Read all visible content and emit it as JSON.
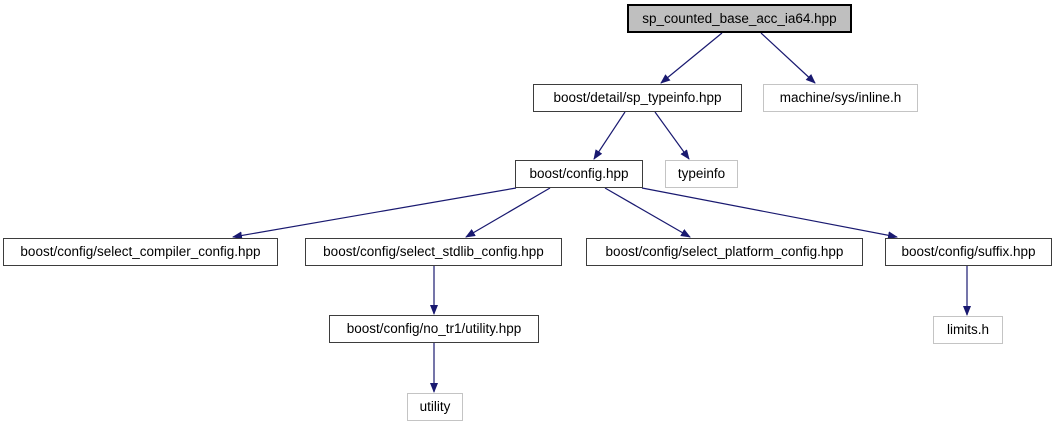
{
  "diagram": {
    "kind": "include-dependency-graph",
    "edge_color": "#191970",
    "current_node_fill": "#bfbfbf",
    "nodes": [
      {
        "id": "main",
        "label": "sp_counted_base_acc_ia64.hpp",
        "kind": "current"
      },
      {
        "id": "sp_typeinfo",
        "label": "boost/detail/sp_typeinfo.hpp",
        "kind": "linked"
      },
      {
        "id": "inline_h",
        "label": "machine/sys/inline.h",
        "kind": "external"
      },
      {
        "id": "config",
        "label": "boost/config.hpp",
        "kind": "linked"
      },
      {
        "id": "typeinfo",
        "label": "typeinfo",
        "kind": "external"
      },
      {
        "id": "compiler",
        "label": "boost/config/select_compiler_config.hpp",
        "kind": "linked"
      },
      {
        "id": "stdlib",
        "label": "boost/config/select_stdlib_config.hpp",
        "kind": "linked"
      },
      {
        "id": "platform",
        "label": "boost/config/select_platform_config.hpp",
        "kind": "linked"
      },
      {
        "id": "suffix",
        "label": "boost/config/suffix.hpp",
        "kind": "linked"
      },
      {
        "id": "no_tr1",
        "label": "boost/config/no_tr1/utility.hpp",
        "kind": "linked"
      },
      {
        "id": "limits",
        "label": "limits.h",
        "kind": "external"
      },
      {
        "id": "utility",
        "label": "utility",
        "kind": "external"
      }
    ],
    "edges": [
      {
        "from": "main",
        "to": "sp_typeinfo"
      },
      {
        "from": "main",
        "to": "inline_h"
      },
      {
        "from": "sp_typeinfo",
        "to": "config"
      },
      {
        "from": "sp_typeinfo",
        "to": "typeinfo"
      },
      {
        "from": "config",
        "to": "compiler"
      },
      {
        "from": "config",
        "to": "stdlib"
      },
      {
        "from": "config",
        "to": "platform"
      },
      {
        "from": "config",
        "to": "suffix"
      },
      {
        "from": "stdlib",
        "to": "no_tr1"
      },
      {
        "from": "no_tr1",
        "to": "utility"
      },
      {
        "from": "suffix",
        "to": "limits"
      }
    ]
  }
}
